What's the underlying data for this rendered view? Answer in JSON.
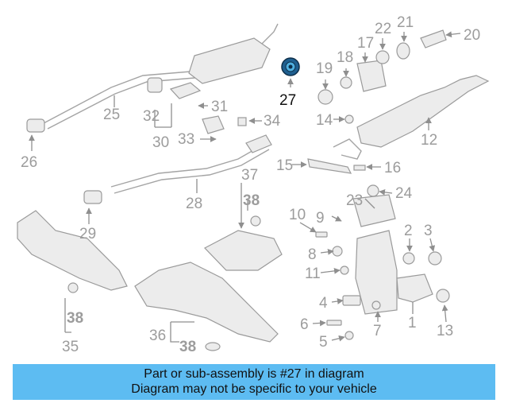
{
  "diagram": {
    "highlighted_part": "27",
    "callouts": [
      "1",
      "2",
      "3",
      "4",
      "5",
      "6",
      "7",
      "8",
      "9",
      "10",
      "11",
      "12",
      "13",
      "14",
      "15",
      "16",
      "17",
      "18",
      "19",
      "20",
      "21",
      "22",
      "23",
      "24",
      "25",
      "26",
      "27",
      "28",
      "29",
      "30",
      "31",
      "32",
      "33",
      "34",
      "35",
      "36",
      "37",
      "38"
    ]
  },
  "banner": {
    "line1": "Part or sub-assembly is #27 in diagram",
    "line2": "Diagram may not be specific to your vehicle"
  },
  "colors": {
    "banner": "#5dbcf2",
    "highlight": "#1f5f8f",
    "callout": "#9c9c9c"
  }
}
